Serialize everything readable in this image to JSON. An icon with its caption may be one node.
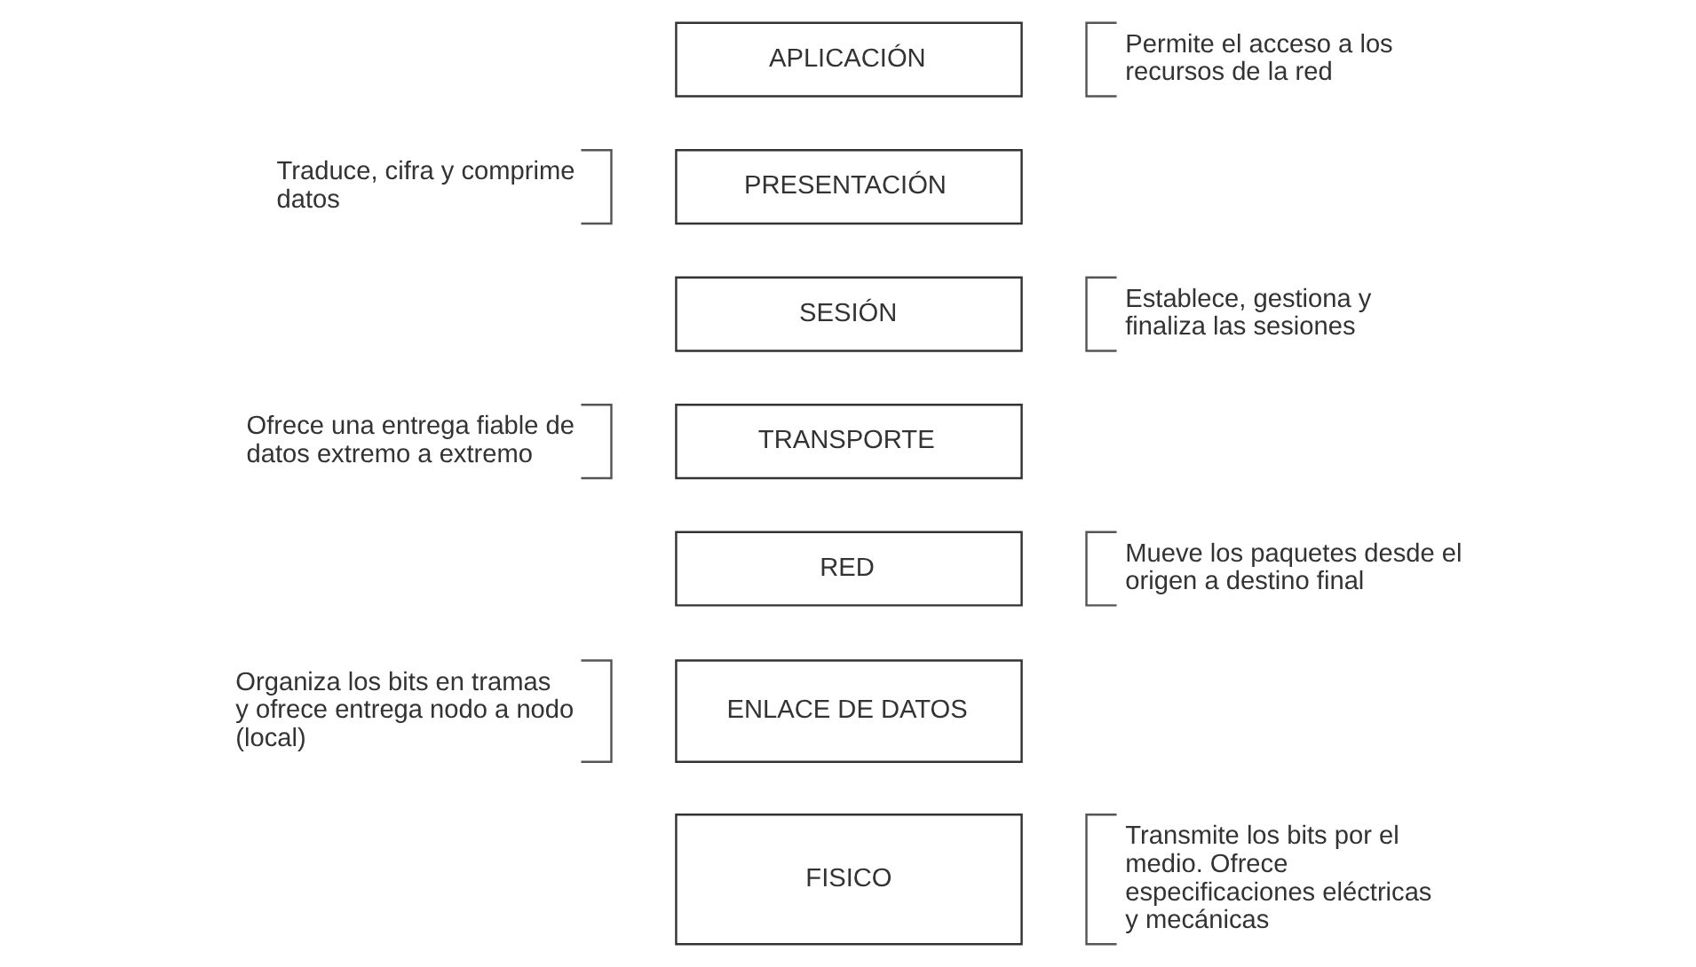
{
  "diagram": {
    "nodes": [
      {
        "text": [
          "APLICACIÓN"
        ],
        "beside": [
          "Permite el acceso a los recursos de la red"
        ]
      },
      {
        "text": [
          "PRESENTACIÓN"
        ],
        "beside": [
          "Traduce, cifra y comprime datos"
        ]
      },
      {
        "text": [
          "SESIÓN"
        ],
        "beside": [
          "Establece, gestiona y finaliza las sesiones"
        ]
      },
      {
        "text": [
          "TRANSPORTE"
        ],
        "beside": [
          "Ofrece una entrega fiable de datos extremo a extremo"
        ]
      },
      {
        "text": [
          "RED"
        ],
        "beside": [
          "Mueve los paquetes desde el origen a destino final"
        ]
      },
      {
        "text": [
          "ENLACE DE DATOS"
        ],
        "beside": [
          "Organiza los bits en tramas y ofrece entrega nodo a nodo (local)"
        ]
      },
      {
        "text": [
          "FISICO"
        ],
        "beside": [
          "Transmite los bits por el medio. Ofrece especificaciones eléctricas y mecánicas"
        ]
      }
    ],
    "edges": []
  }
}
